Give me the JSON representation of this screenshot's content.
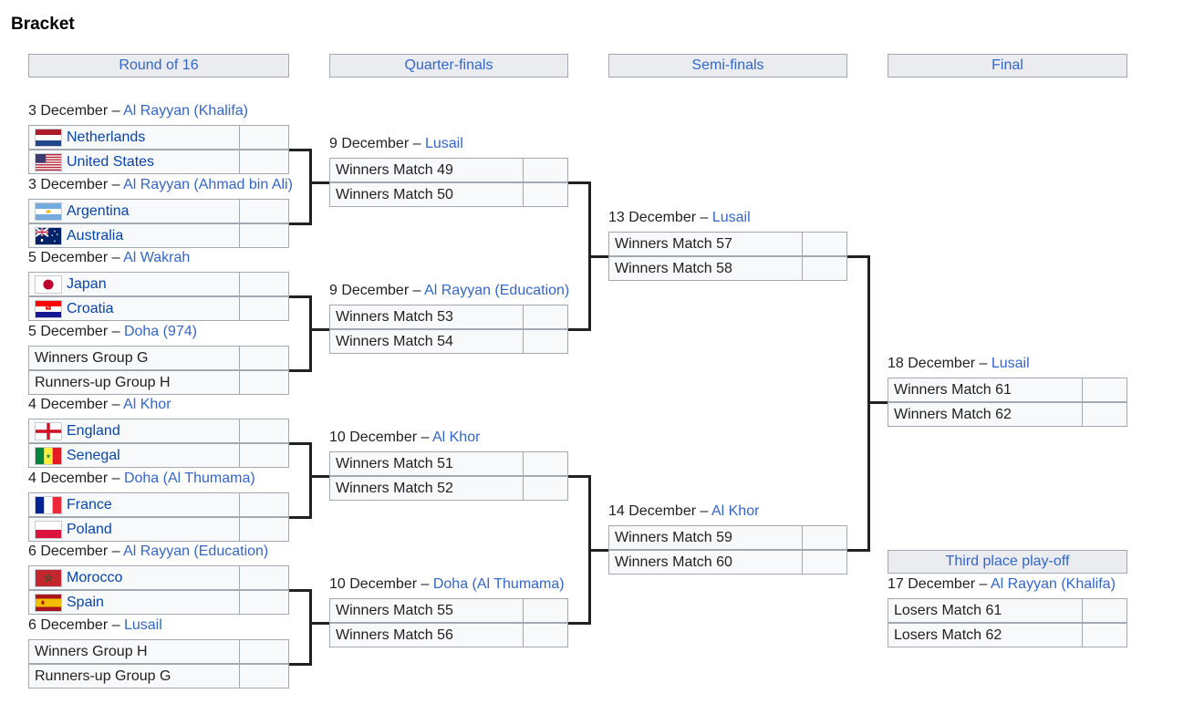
{
  "title": "Bracket",
  "rounds": [
    "Round of 16",
    "Quarter-finals",
    "Semi-finals",
    "Final",
    "Third place play-off"
  ],
  "r16": [
    {
      "date": "3 December – ",
      "venue": "Al Rayyan (Khalifa)",
      "teams": [
        {
          "name": "Netherlands",
          "flag": "netherlands-flag"
        },
        {
          "name": "United States",
          "flag": "usa-flag"
        }
      ]
    },
    {
      "date": "3 December – ",
      "venue": "Al Rayyan (Ahmad bin Ali)",
      "teams": [
        {
          "name": "Argentina",
          "flag": "argentina-flag"
        },
        {
          "name": "Australia",
          "flag": "australia-flag"
        }
      ]
    },
    {
      "date": "5 December – ",
      "venue": "Al Wakrah",
      "teams": [
        {
          "name": "Japan",
          "flag": "japan-flag"
        },
        {
          "name": "Croatia",
          "flag": "croatia-flag"
        }
      ]
    },
    {
      "date": "5 December – ",
      "venue": "Doha (974)",
      "teams": [
        {
          "name": "Winners Group G"
        },
        {
          "name": "Runners-up Group H"
        }
      ]
    },
    {
      "date": "4 December – ",
      "venue": "Al Khor",
      "teams": [
        {
          "name": "England",
          "flag": "england-flag"
        },
        {
          "name": "Senegal",
          "flag": "senegal-flag"
        }
      ]
    },
    {
      "date": "4 December – ",
      "venue": "Doha (Al Thumama)",
      "teams": [
        {
          "name": "France",
          "flag": "france-flag"
        },
        {
          "name": "Poland",
          "flag": "poland-flag"
        }
      ]
    },
    {
      "date": "6 December – ",
      "venue": "Al Rayyan (Education)",
      "teams": [
        {
          "name": "Morocco",
          "flag": "morocco-flag"
        },
        {
          "name": "Spain",
          "flag": "spain-flag"
        }
      ]
    },
    {
      "date": "6 December – ",
      "venue": "Lusail",
      "teams": [
        {
          "name": "Winners Group H"
        },
        {
          "name": "Runners-up Group G"
        }
      ]
    }
  ],
  "qf": [
    {
      "date": "9 December – ",
      "venue": "Lusail",
      "teams": [
        {
          "name": "Winners Match 49"
        },
        {
          "name": "Winners Match 50"
        }
      ]
    },
    {
      "date": "9 December – ",
      "venue": "Al Rayyan (Education)",
      "teams": [
        {
          "name": "Winners Match 53"
        },
        {
          "name": "Winners Match 54"
        }
      ]
    },
    {
      "date": "10 December – ",
      "venue": "Al Khor",
      "teams": [
        {
          "name": "Winners Match 51"
        },
        {
          "name": "Winners Match 52"
        }
      ]
    },
    {
      "date": "10 December – ",
      "venue": "Doha (Al Thumama)",
      "teams": [
        {
          "name": "Winners Match 55"
        },
        {
          "name": "Winners Match 56"
        }
      ]
    }
  ],
  "sf": [
    {
      "date": "13 December – ",
      "venue": "Lusail",
      "teams": [
        {
          "name": "Winners Match 57"
        },
        {
          "name": "Winners Match 58"
        }
      ]
    },
    {
      "date": "14 December – ",
      "venue": "Al Khor",
      "teams": [
        {
          "name": "Winners Match 59"
        },
        {
          "name": "Winners Match 60"
        }
      ]
    }
  ],
  "final": {
    "date": "18 December – ",
    "venue": "Lusail",
    "teams": [
      {
        "name": "Winners Match 61"
      },
      {
        "name": "Winners Match 62"
      }
    ]
  },
  "third": {
    "date": "17 December – ",
    "venue": "Al Rayyan (Khalifa)",
    "teams": [
      {
        "name": "Losers Match 61"
      },
      {
        "name": "Losers Match 62"
      }
    ]
  },
  "colors": {
    "link": "#3366cc",
    "team_link": "#0645ad",
    "header_bg": "#eaecf0",
    "cell_bg": "#f8f9fa",
    "border": "#a2a9b1",
    "line": "#202122"
  }
}
